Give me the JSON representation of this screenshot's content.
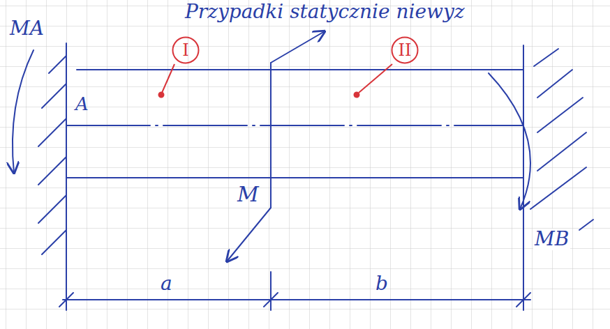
{
  "diagram": {
    "title": "Przypadki statycznie niewyz",
    "nodes": [
      {
        "text": [
          "I"
        ]
      },
      {
        "text": [
          "II"
        ]
      }
    ],
    "labels": [
      "MA",
      "A",
      "M",
      "MB",
      "a",
      "b"
    ]
  }
}
